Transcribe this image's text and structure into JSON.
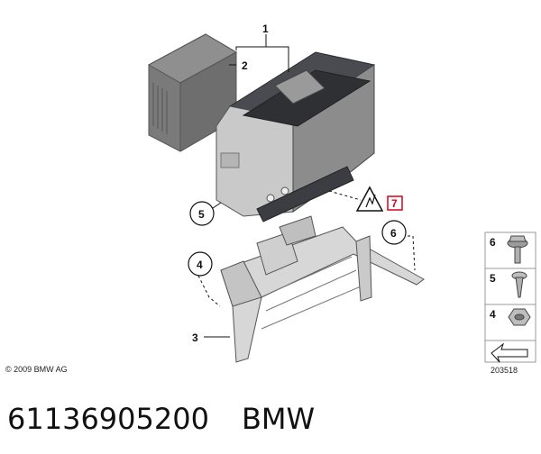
{
  "callouts": {
    "c1": "1",
    "c2": "2",
    "c3": "3",
    "c4": "4",
    "c5": "5",
    "c6": "6",
    "c7": "7"
  },
  "legend": {
    "items": [
      {
        "num": "6",
        "icon": "bolt-with-washer-icon"
      },
      {
        "num": "5",
        "icon": "screw-icon"
      },
      {
        "num": "4",
        "icon": "hex-nut-icon"
      }
    ],
    "arrow_icon": "direction-arrow-icon"
  },
  "copyright": "© 2009 BMW AG",
  "diagram_number": "203518",
  "footer": {
    "part_number": "61136905200",
    "brand": "BMW"
  },
  "colors": {
    "highlight_red": "#d6001c",
    "part_dark": "#3c3d42",
    "part_grey": "#a9a9a9"
  }
}
